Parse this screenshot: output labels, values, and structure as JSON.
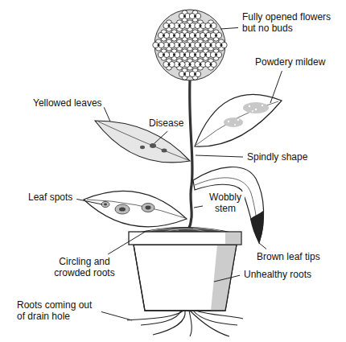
{
  "diagram": {
    "labels": [
      "Fully opened flowers but no buds",
      "Powdery mildew",
      "Yellowed leaves",
      "Disease",
      "Spindly shape",
      "Leaf spots",
      "Wobbly stem",
      "Brown leaf tips",
      "Circling and crowded roots",
      "Unhealthy roots",
      "Roots coming out of drain hole"
    ]
  }
}
